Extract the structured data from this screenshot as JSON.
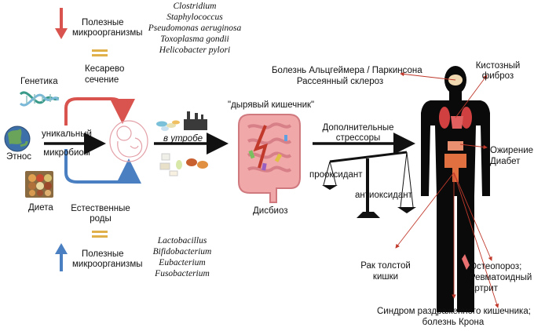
{
  "top_group": {
    "label": [
      "Полезные",
      "микроорганизмы"
    ],
    "condition": [
      "Кесарево",
      "сечение"
    ],
    "microbes": [
      "Clostridium",
      "Staphylococcus",
      "Pseudomonas aeruginosa",
      "Toxoplasma gondii",
      "Helicobacter pylori"
    ],
    "arrow_color": "#d9534f"
  },
  "bottom_group": {
    "label": [
      "Полезные",
      "микроорганизмы"
    ],
    "condition": [
      "Естественные",
      "роды"
    ],
    "microbes": [
      "Lactobacillus",
      "Bifidobacterium",
      "Eubacterium",
      "Fusobacterium"
    ],
    "arrow_color": "#4a7fc1"
  },
  "factors": {
    "genetics": "Генетика",
    "ethnos": "Этнос",
    "diet": "Диета",
    "unique_microbiome": [
      "уникальный",
      "микробиом"
    ]
  },
  "middle": {
    "in_utero": "в утробе",
    "leaky_gut": "\"дырявый кишечник\"",
    "dysbiosis": "Дисбиоз",
    "stressors": [
      "Дополнительные",
      "стрессоры"
    ],
    "prooxidant": "прооксидант",
    "antioxidant": "антиоксидант"
  },
  "diseases": {
    "neuro": [
      "Болезнь Альцгеймера / Паркинсона",
      "Рассеянный склероз"
    ],
    "cystic": [
      "Кистозный",
      "фиброз"
    ],
    "obesity": [
      "Ожирение;",
      "Диабет"
    ],
    "colon": [
      "Рак толстой",
      "кишки"
    ],
    "osteo": [
      "Остеопороз;",
      "Ревматоидный",
      "артрит"
    ],
    "ibs": [
      "Синдром раздраженного кишечника;",
      "болезнь Крона"
    ]
  },
  "colors": {
    "accent_red": "#c0392b",
    "bad_arrow": "#d9534f",
    "good_arrow": "#4a7fc1",
    "equals": "#e0b04a"
  }
}
